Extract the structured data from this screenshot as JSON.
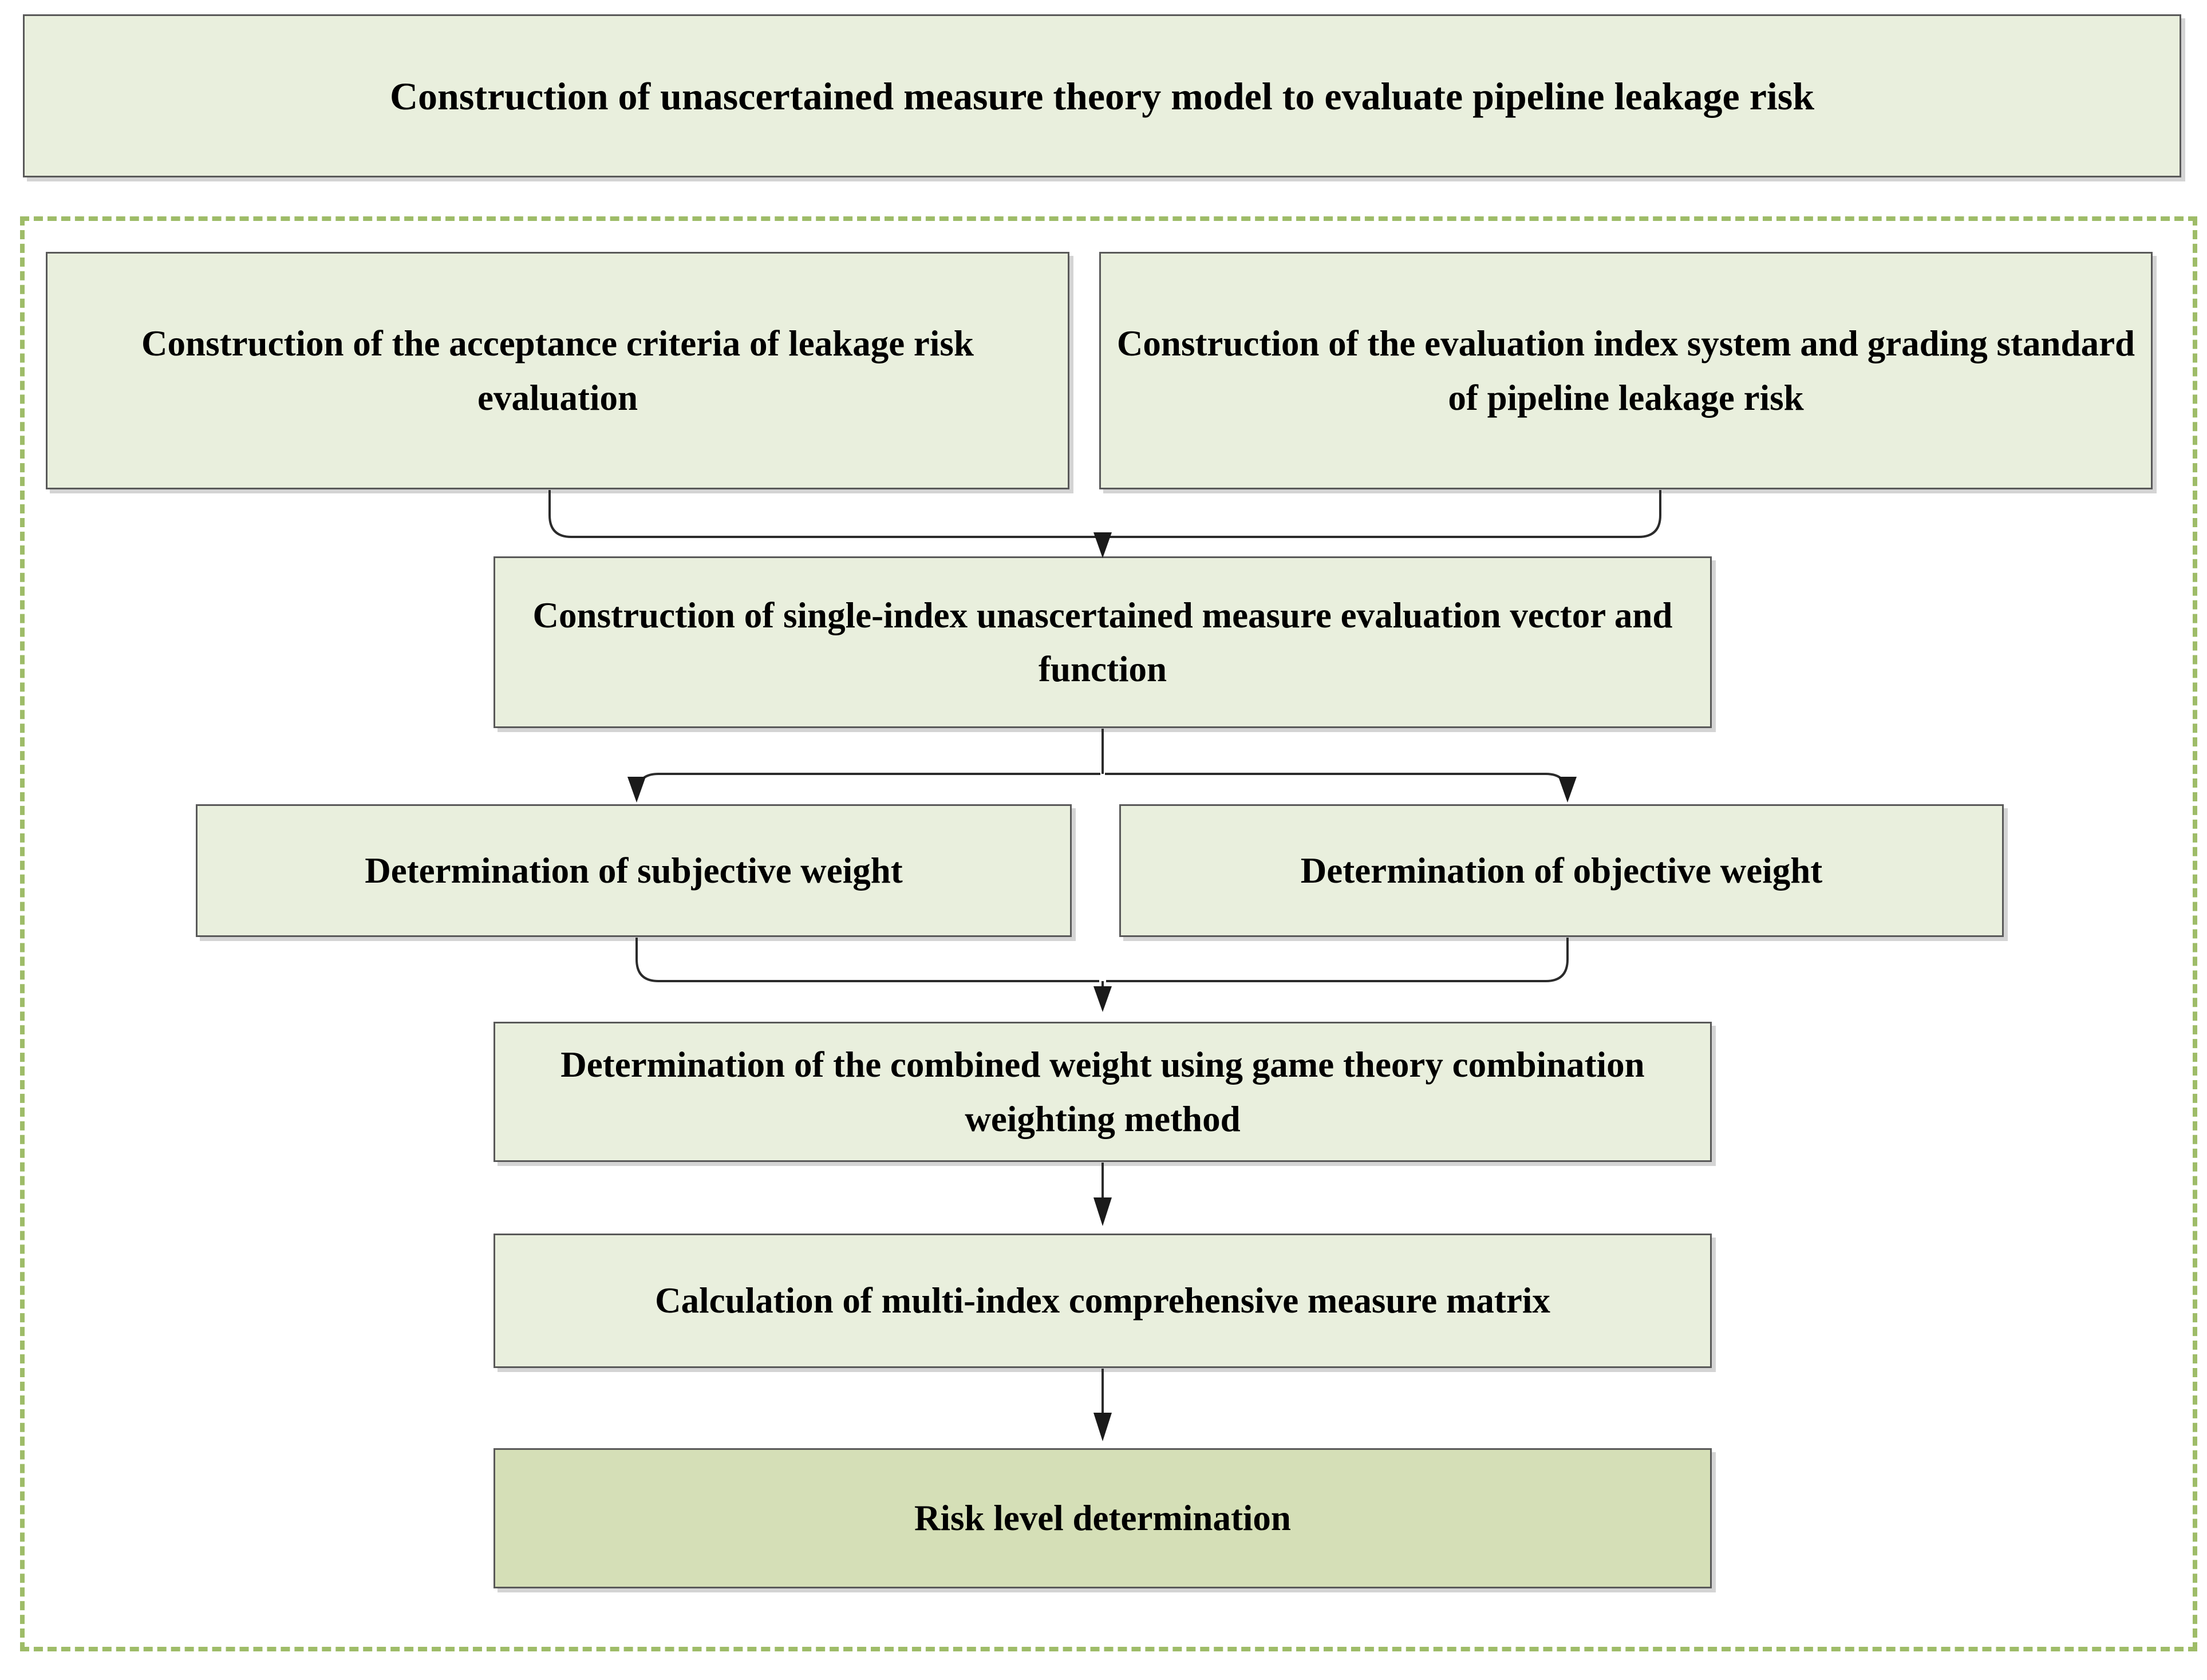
{
  "diagram": {
    "title": "Construction of unascertained measure theory model to evaluate pipeline leakage risk",
    "colors": {
      "box_fill": "#E9EFDD",
      "box_fill_highlight": "#D5DFB7",
      "box_border": "#595959",
      "group_dashed_border": "#9EBC68",
      "connector": "#2b2b2b",
      "text": "#000000",
      "background": "#ffffff"
    },
    "nodes": {
      "title": "Construction of unascertained measure theory model to evaluate pipeline leakage risk",
      "acceptance_criteria": "Construction of the acceptance criteria of leakage risk evaluation",
      "index_system": "Construction of the evaluation index system and grading standard of pipeline leakage risk",
      "single_index": "Construction of single-index unascertained measure evaluation vector and function",
      "subjective_weight": "Determination of subjective weight",
      "objective_weight": "Determination of objective weight",
      "combined_weight": "Determination of the combined weight using game theory combination weighting method",
      "measure_matrix": "Calculation of multi-index comprehensive measure matrix",
      "risk_level": "Risk level determination"
    },
    "edges": [
      {
        "from": "acceptance_criteria",
        "to": "single_index",
        "style": "merge-elbow-arrow"
      },
      {
        "from": "index_system",
        "to": "single_index",
        "style": "merge-elbow-arrow"
      },
      {
        "from": "single_index",
        "to": "subjective_weight",
        "style": "split-elbow-arrow"
      },
      {
        "from": "single_index",
        "to": "objective_weight",
        "style": "split-elbow-arrow"
      },
      {
        "from": "subjective_weight",
        "to": "combined_weight",
        "style": "merge-elbow-arrow"
      },
      {
        "from": "objective_weight",
        "to": "combined_weight",
        "style": "merge-elbow-arrow"
      },
      {
        "from": "combined_weight",
        "to": "measure_matrix",
        "style": "straight-arrow"
      },
      {
        "from": "measure_matrix",
        "to": "risk_level",
        "style": "straight-arrow"
      }
    ]
  }
}
